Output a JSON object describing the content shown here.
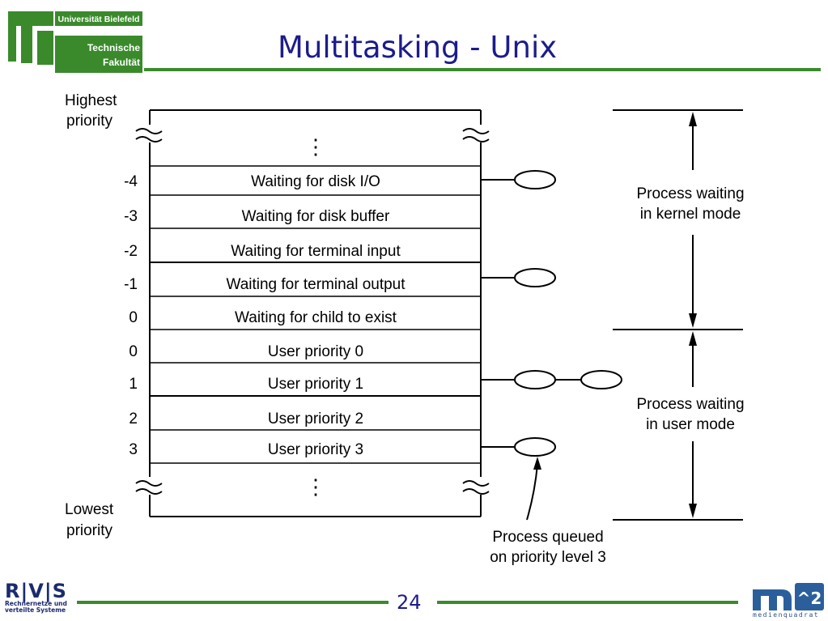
{
  "header": {
    "title": "Multitasking - Unix",
    "logo_line1": "Universität Bielefeld",
    "logo_line2": "Technische",
    "logo_line3": "Fakultät"
  },
  "diagram": {
    "top_label": [
      "Highest",
      "priority"
    ],
    "bottom_label": [
      "Lowest",
      "priority"
    ],
    "ellipsis": "⋮",
    "rows": [
      {
        "priority": "-4",
        "label": "Waiting for disk I/O"
      },
      {
        "priority": "-3",
        "label": "Waiting for disk buffer"
      },
      {
        "priority": "-2",
        "label": "Waiting for terminal input"
      },
      {
        "priority": "-1",
        "label": "Waiting for terminal output"
      },
      {
        "priority": "0",
        "label": "Waiting for child to exist"
      },
      {
        "priority": "0",
        "label": "User priority 0"
      },
      {
        "priority": "1",
        "label": "User priority 1"
      },
      {
        "priority": "2",
        "label": "User priority 2"
      },
      {
        "priority": "3",
        "label": "User priority 3"
      }
    ],
    "kernel_label": [
      "Process waiting",
      "in kernel mode"
    ],
    "user_label": [
      "Process waiting",
      "in user mode"
    ],
    "queued_label": [
      "Process queued",
      "on priority level 3"
    ]
  },
  "footer": {
    "page_number": "24",
    "rvs_logo": "R|V|S",
    "rvs_line1": "Rechnernetze und",
    "rvs_line2": "verteilte Systeme",
    "m2_logo": "m^2",
    "m2_sub": "medienquadrat"
  },
  "colors": {
    "title": "#1c1c8c",
    "rule": "#3a8a2c",
    "logo_green": "#3a8a2c"
  }
}
